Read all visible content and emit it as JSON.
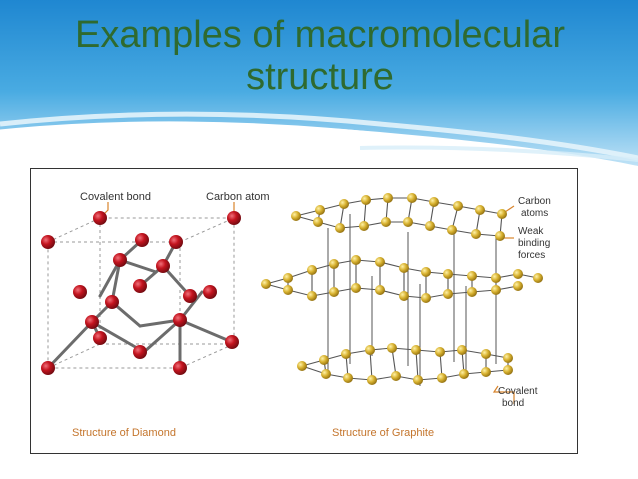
{
  "slide": {
    "title_line1": "Examples of macromolecular",
    "title_line2": "structure"
  },
  "diamond": {
    "label_bond": "Covalent bond",
    "label_atom": "Carbon atom",
    "caption": "Structure of Diamond",
    "atom_color": "#b3121c"
  },
  "graphite": {
    "label_atoms_1": "Carbon",
    "label_atoms_2": "atoms",
    "label_forces_1": "Weak",
    "label_forces_2": "binding",
    "label_forces_3": "forces",
    "label_bond_1": "Covalent",
    "label_bond_2": "bond",
    "caption": "Structure of Graphite",
    "atom_color": "#c9a52a"
  },
  "colors": {
    "header_blue": "#2e9ad8",
    "title_green": "#2f6a2f",
    "caption_orange": "#c4752c"
  }
}
